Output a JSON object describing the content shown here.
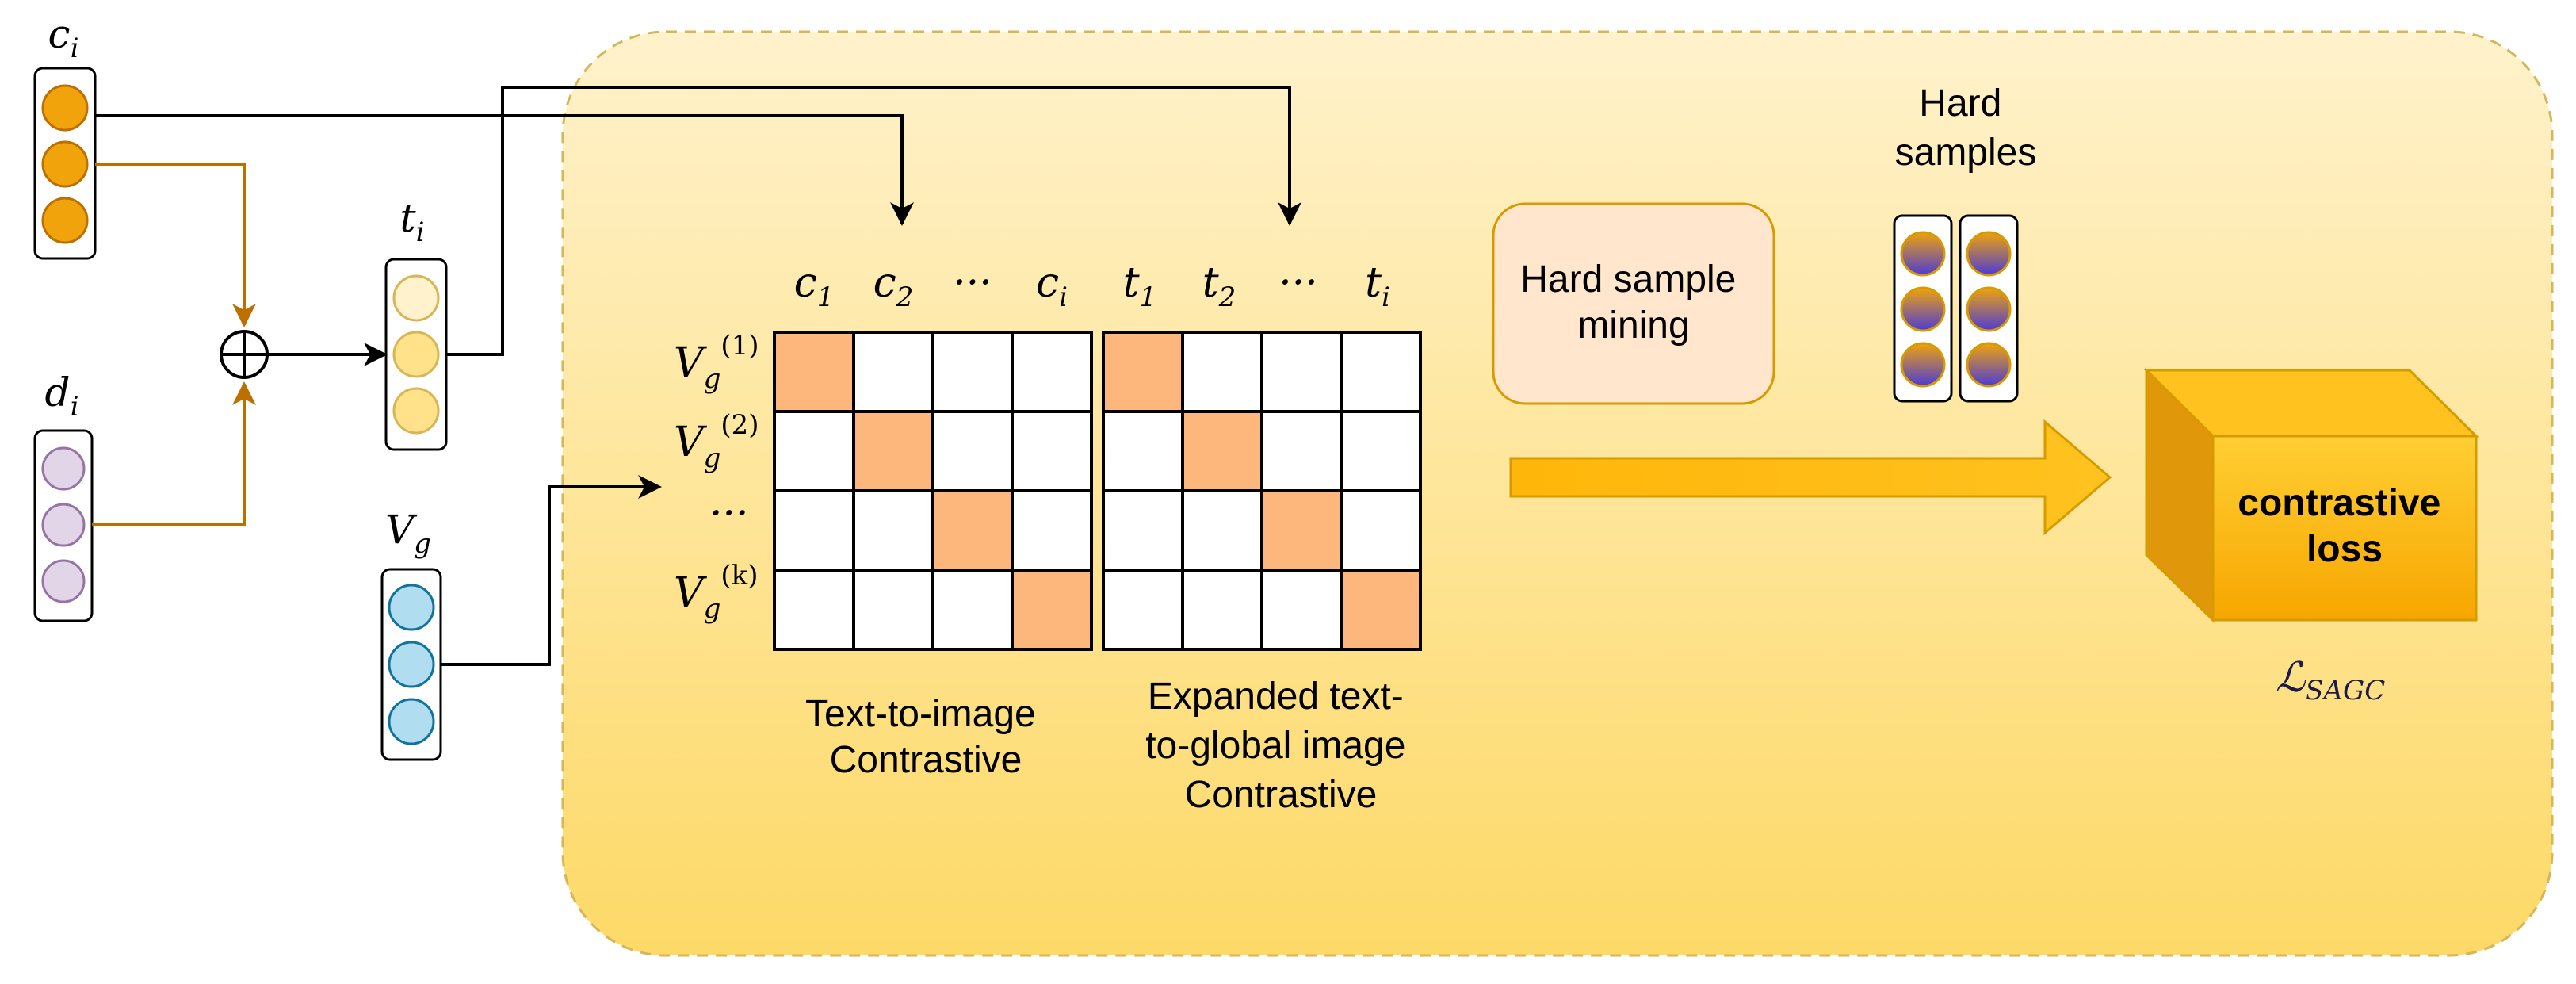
{
  "inputs": {
    "c": {
      "label": "c",
      "sub": "i"
    },
    "d": {
      "label": "d",
      "sub": "i"
    },
    "t": {
      "label": "t",
      "sub": "i"
    },
    "v": {
      "label": "V",
      "sub": "g"
    }
  },
  "matrix1": {
    "cols": [
      {
        "label": "c",
        "sub": "1"
      },
      {
        "label": "c",
        "sub": "2"
      },
      {
        "label": "···",
        "sub": ""
      },
      {
        "label": "c",
        "sub": "i"
      }
    ],
    "caption": [
      "Text-to-image",
      "Contrastive"
    ]
  },
  "matrix2": {
    "cols": [
      {
        "label": "t",
        "sub": "1"
      },
      {
        "label": "t",
        "sub": "2"
      },
      {
        "label": "···",
        "sub": ""
      },
      {
        "label": "t",
        "sub": "i"
      }
    ],
    "caption": [
      "Expanded text-",
      "to-global image",
      "Contrastive"
    ]
  },
  "rows": [
    {
      "label": "V",
      "sub": "g",
      "sup": "(1)"
    },
    {
      "label": "V",
      "sub": "g",
      "sup": "(2)"
    },
    {
      "label": "···",
      "sub": "",
      "sup": ""
    },
    {
      "label": "V",
      "sub": "g",
      "sup": "(k)"
    }
  ],
  "mining_box": [
    "Hard sample",
    "mining"
  ],
  "hard_samples_label": [
    "Hard",
    "samples"
  ],
  "loss_box": [
    "contrastive",
    "loss"
  ],
  "loss_symbol": {
    "label": "ℒ",
    "sub": "SAGC"
  },
  "colors": {
    "panel_top": "#fff2cc",
    "panel_bottom": "#fdd967",
    "panel_border": "#d6b656",
    "orange_dot": "#f0a30a",
    "orange_stroke": "#bd7000",
    "yellow_dot": "#fff2cc",
    "yellow_stroke": "#d6b656",
    "purple_dot": "#e1d5e7",
    "purple_stroke": "#9673a6",
    "blue_dot": "#b1ddf0",
    "blue_stroke": "#10739e",
    "diag_cell": "#fdb67c",
    "hard_dot_top": "#f0a30a",
    "hard_dot_bottom": "#4c3bd6",
    "mining_fill": "#ffe6cc",
    "mining_border": "#d79b00",
    "arrow_fill": "#ffb60a",
    "loss_front": "#ffb00a",
    "loss_side": "#e0980a"
  }
}
